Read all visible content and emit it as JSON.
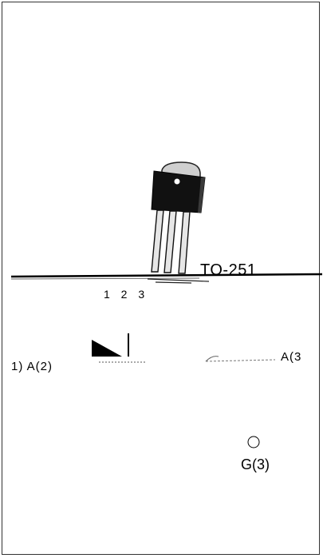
{
  "package": {
    "name": "TO-251"
  },
  "pins": {
    "numbers": "1 2 3"
  },
  "terminals": {
    "left": "1) A(2)",
    "right": "A(3",
    "gate": "G(3)"
  },
  "colors": {
    "ink": "#000000",
    "body": "#1a1a1a",
    "tab": "#c8c8c8",
    "lead": "#bfbfbf"
  }
}
